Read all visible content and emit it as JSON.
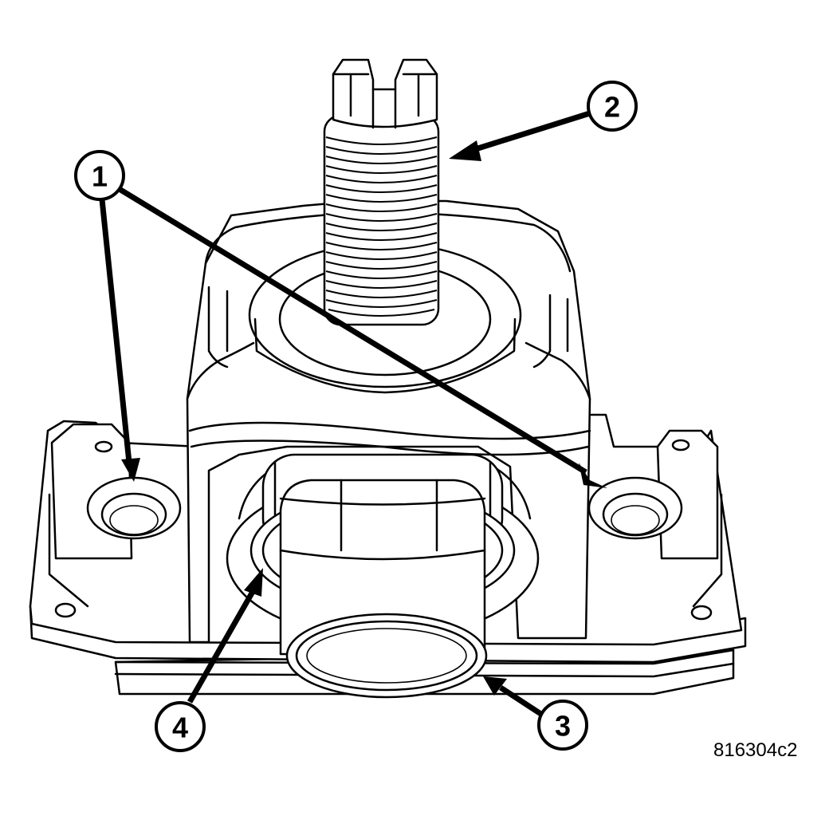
{
  "callouts": [
    {
      "id": "callout-1",
      "label": "1"
    },
    {
      "id": "callout-2",
      "label": "2"
    },
    {
      "id": "callout-3",
      "label": "3"
    },
    {
      "id": "callout-4",
      "label": "4"
    }
  ],
  "figure_id": "816304c2"
}
